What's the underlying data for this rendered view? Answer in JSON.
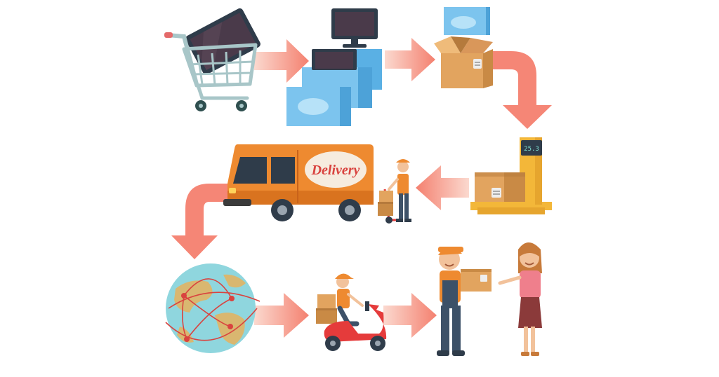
{
  "diagram": {
    "type": "process-flow",
    "steps": [
      {
        "id": "cart",
        "icon": "shopping-cart-icon"
      },
      {
        "id": "warehouse",
        "icon": "monitor-stock-icon"
      },
      {
        "id": "packing",
        "icon": "open-box-icon"
      },
      {
        "id": "weighing",
        "icon": "scale-icon"
      },
      {
        "id": "loading",
        "icon": "delivery-van-icon"
      },
      {
        "id": "shipping",
        "icon": "globe-icon"
      },
      {
        "id": "courier",
        "icon": "scooter-icon"
      },
      {
        "id": "handover",
        "icon": "handover-icon"
      }
    ]
  },
  "van": {
    "label": "Delivery"
  },
  "scale": {
    "readout": "25.3"
  },
  "colors": {
    "arrow": "#f4806f",
    "van_body": "#ee8a30",
    "box": "#e2a45f",
    "monitor_box": "#7cc4ee",
    "scale": "#f3b739",
    "scooter": "#e53b3b",
    "globe_sea": "#8fd6de",
    "globe_land": "#d9b770",
    "route": "#d9433f"
  }
}
